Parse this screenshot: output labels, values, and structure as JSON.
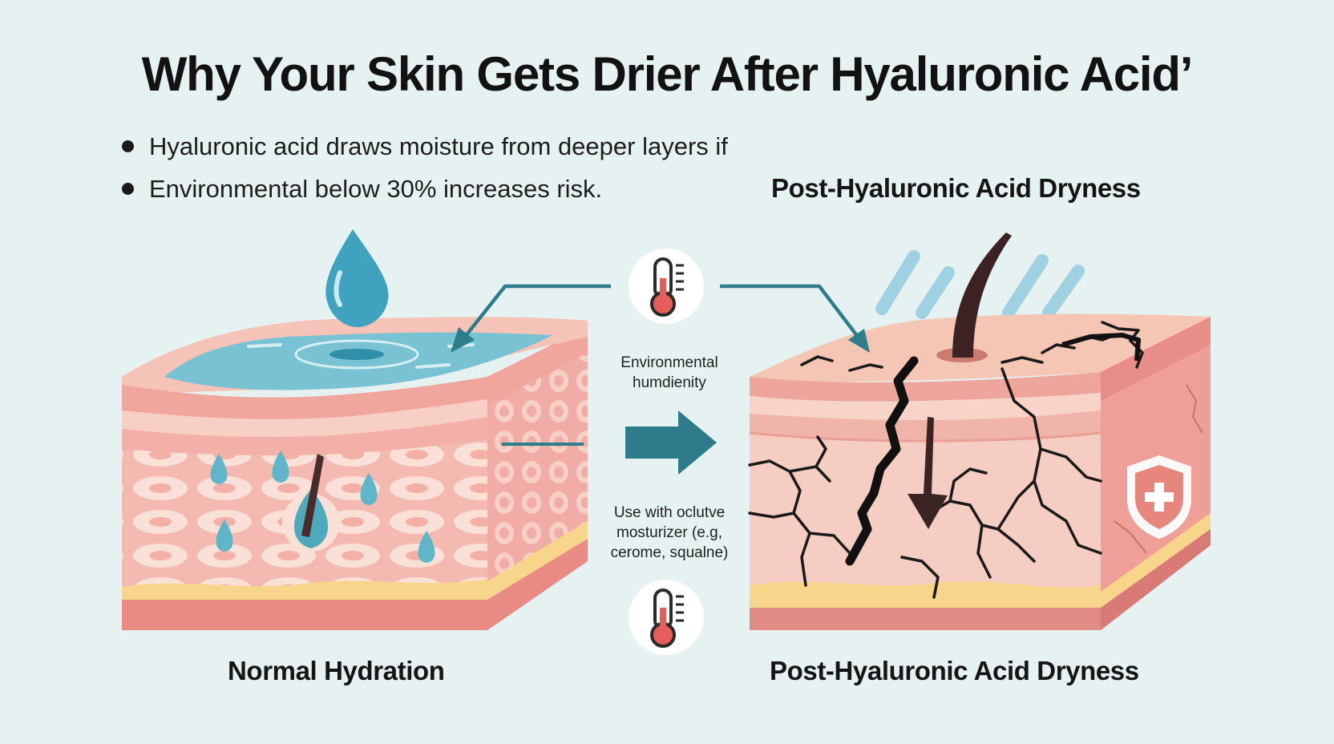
{
  "title": "Why Your Skin Gets Drier After Hyaluronic Acid’",
  "bullets": [
    "Hyaluronic acid draws moisture from deeper layers if",
    "Environmental below 30% increases risk."
  ],
  "labels": {
    "top_right": "Post-Hyaluronic Acid Dryness",
    "bottom_left": "Normal Hydration",
    "bottom_right": "Post-Hyaluronic Acid Dryness"
  },
  "center": {
    "humidity_line1": "Environmental",
    "humidity_line2": "humdienity",
    "tip_line1": "Use with oclutve",
    "tip_line2": "mosturizer (e.g,",
    "tip_line3": "cerome, squalne)"
  },
  "icons": {
    "water_drop": "water-drop-icon",
    "thermometer": "thermometer-icon",
    "arrow": "arrow-right-icon",
    "shield": "shield-plus-icon",
    "hair": "hair-icon"
  },
  "colors": {
    "background": "#e6f2f1",
    "skin_light": "#f6c9bf",
    "skin_mid": "#f0a8a0",
    "skin_dark": "#e98a85",
    "fat_layer": "#f7d58a",
    "water": "#6dbfd0",
    "accent_teal": "#2e7d8d",
    "crack": "#1a1a1a"
  }
}
